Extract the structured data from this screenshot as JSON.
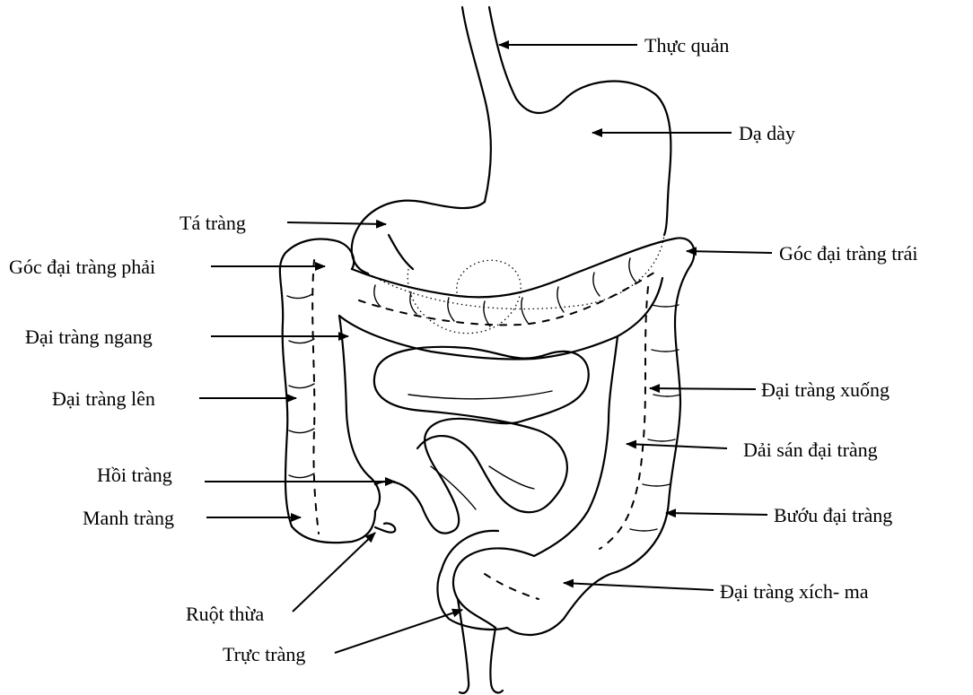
{
  "labels": {
    "thuc_quan": "Thực quản",
    "da_day": "Dạ dày",
    "ta_trang": "Tá tràng",
    "goc_dai_trang_phai": "Góc đại tràng phải",
    "goc_dai_trang_trai": "Góc đại tràng trái",
    "dai_trang_ngang": "Đại tràng ngang",
    "dai_trang_len": "Đại tràng lên",
    "dai_trang_xuong": "Đại tràng xuống",
    "dai_san_dai_trang": "Dải sán đại tràng",
    "hoi_trang": "Hồi tràng",
    "buou_dai_trang": "Bướu đại tràng",
    "manh_trang": "Manh tràng",
    "dai_trang_xich_ma": "Đại tràng xích- ma",
    "ruot_thua": "Ruột thừa",
    "truc_trang": "Trực tràng"
  }
}
